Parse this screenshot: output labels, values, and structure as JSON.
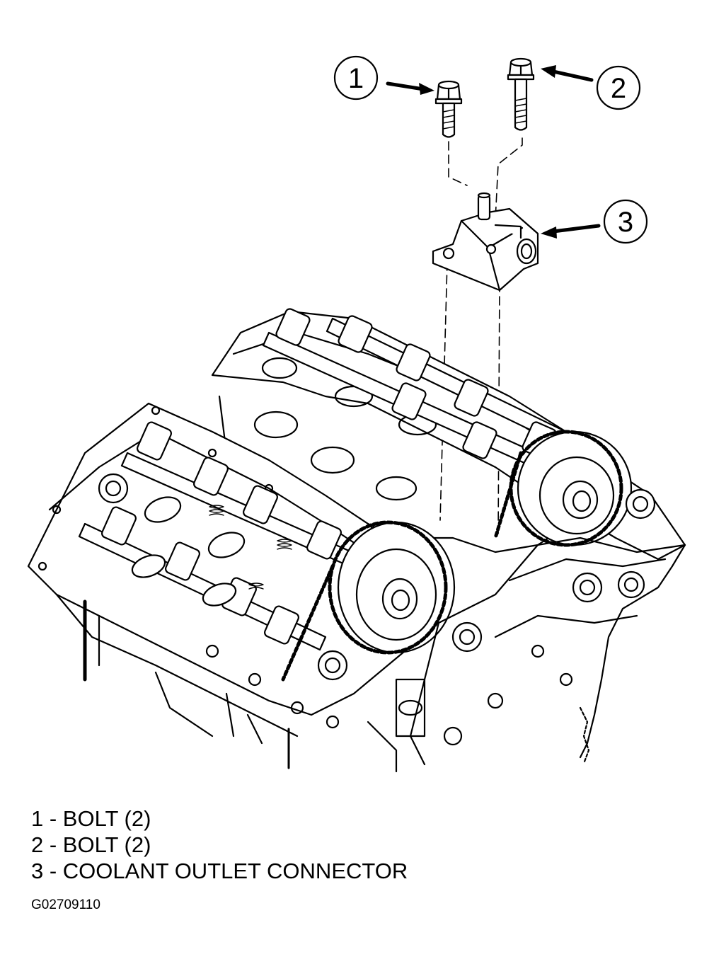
{
  "callouts": [
    {
      "number": "1"
    },
    {
      "number": "2"
    },
    {
      "number": "3"
    }
  ],
  "legend": [
    {
      "text": "1 - BOLT (2)"
    },
    {
      "text": "2 - BOLT (2)"
    },
    {
      "text": "3 - COOLANT OUTLET CONNECTOR"
    }
  ],
  "figure_id": "G02709110"
}
